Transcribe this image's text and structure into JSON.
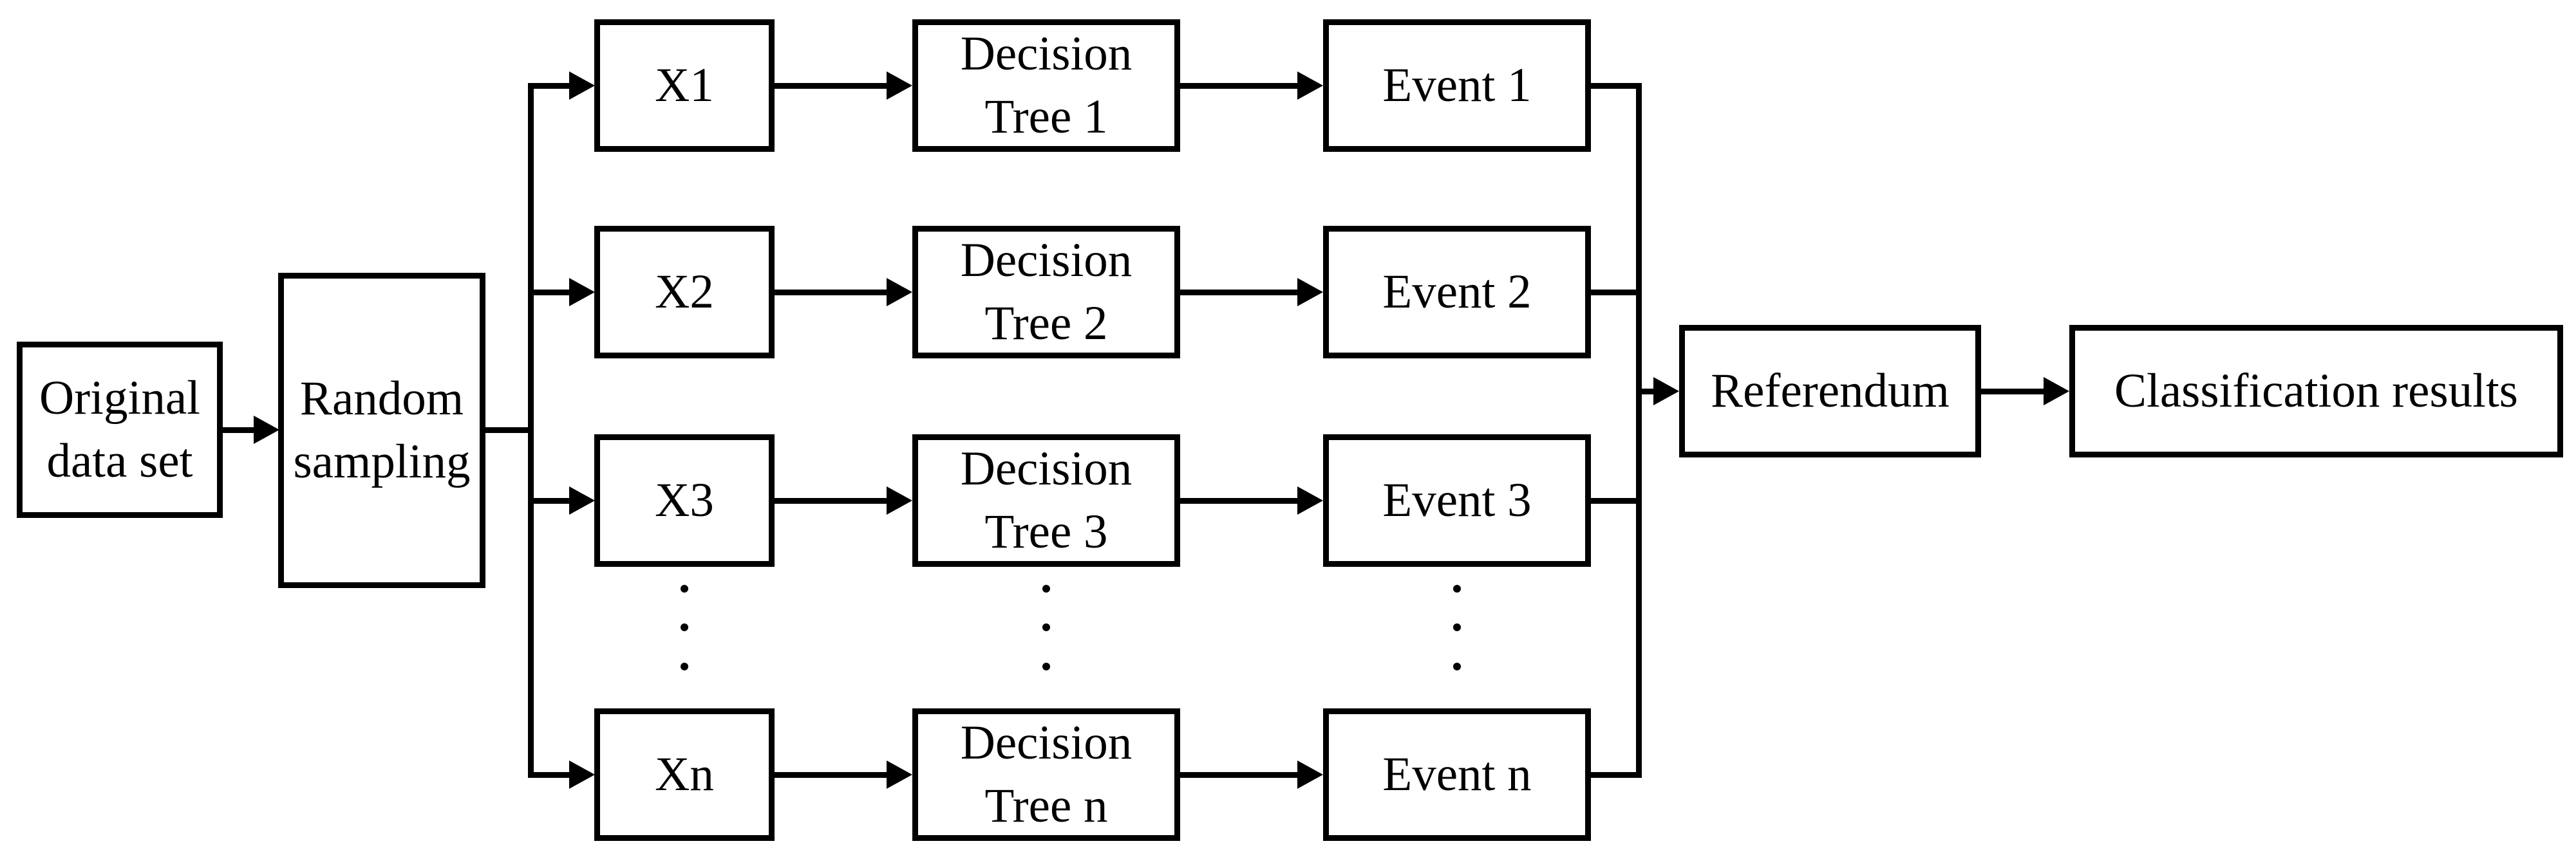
{
  "colors": {
    "ink": "#000000",
    "paper": "#ffffff"
  },
  "diagram": {
    "source": {
      "lines": [
        "Original",
        "data set"
      ]
    },
    "sampler": {
      "lines": [
        "Random",
        "sampling"
      ]
    },
    "rows": [
      {
        "sample": "X1",
        "tree": [
          "Decision",
          "Tree 1"
        ],
        "event": "Event 1"
      },
      {
        "sample": "X2",
        "tree": [
          "Decision",
          "Tree 2"
        ],
        "event": "Event 2"
      },
      {
        "sample": "X3",
        "tree": [
          "Decision",
          "Tree 3"
        ],
        "event": "Event 3"
      },
      {
        "sample": "Xn",
        "tree": [
          "Decision",
          "Tree n"
        ],
        "event": "Event n"
      }
    ],
    "continuation_dots": {
      "columns": 3,
      "dots_per_column": 3
    },
    "aggregator": {
      "label": "Referendum"
    },
    "output": {
      "label": "Classification results"
    }
  }
}
